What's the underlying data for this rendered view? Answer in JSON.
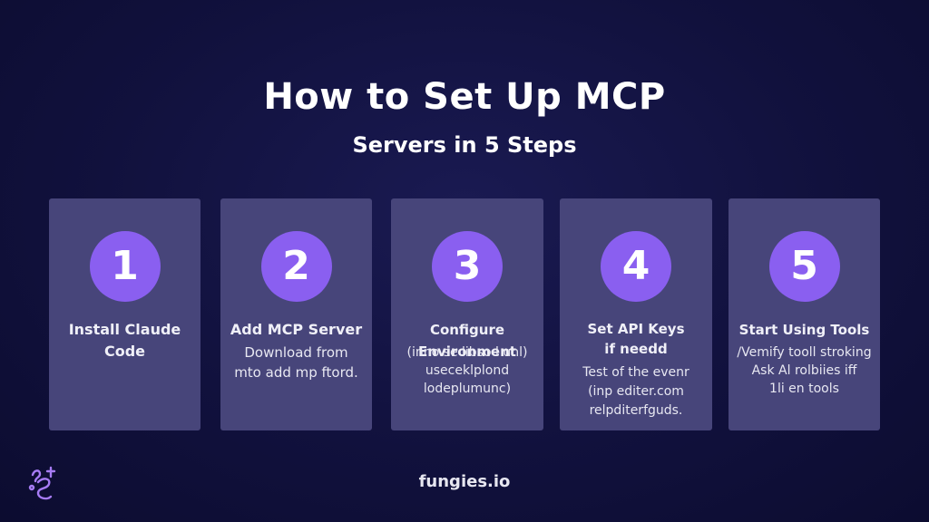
{
  "header": {
    "title": "How to Set Up MCP",
    "subtitle": "Servers in 5 Steps"
  },
  "steps": [
    {
      "number": "1",
      "title": "Install Claude\nCode",
      "body": ""
    },
    {
      "number": "2",
      "title": "Add MCP Server",
      "body": "Download from\nmto add mp ftord."
    },
    {
      "number": "3",
      "title": "Configure Environment",
      "body": "(inno se libso l unl)\nuseceklplond\nlodeplumunc)"
    },
    {
      "number": "4",
      "title": "Set API Keys\nif needd",
      "body": "Test of the evenr\n(inp editer.com\nrelpditerfguds."
    },
    {
      "number": "5",
      "title": "Start Using Tools",
      "body": "/Vemify tooll stroking\nAsk Al rolbiies iff\n1li en tools"
    }
  ],
  "footer": {
    "brand": "fungies.io"
  },
  "colors": {
    "background": "#11113d",
    "card": "#47457a",
    "accent": "#8a5ff0",
    "logo": "#a77cf5"
  },
  "icons": {
    "logo": "fungies-logo-icon"
  }
}
